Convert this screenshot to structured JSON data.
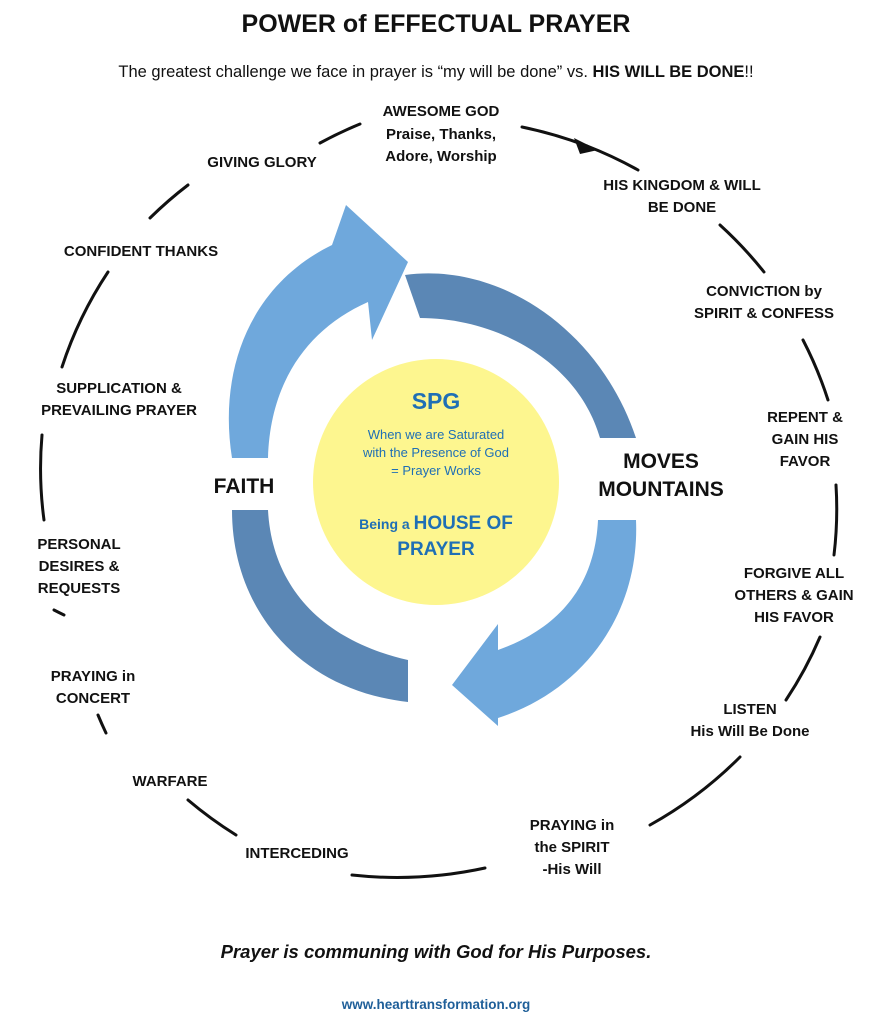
{
  "title": "POWER of EFFECTUAL PRAYER",
  "subtitle": {
    "lead": "The greatest challenge we face in prayer is “my will be done” vs.",
    "emphasis": "HIS WILL BE DONE",
    "tail": "!!"
  },
  "cycle_labels": [
    {
      "lines": [
        "AWESOME GOD"
      ]
    },
    {
      "lines": [
        "Praise, Thanks,",
        "Adore, Worship"
      ]
    },
    {
      "lines": [
        "HIS KINGDOM & WILL",
        "BE DONE"
      ]
    },
    {
      "lines": [
        "CONVICTION by",
        "SPIRIT & CONFESS"
      ]
    },
    {
      "lines": [
        "REPENT &",
        "GAIN HIS",
        "FAVOR"
      ]
    },
    {
      "lines": [
        "FORGIVE ALL",
        "OTHERS & GAIN",
        "HIS FAVOR"
      ]
    },
    {
      "lines": [
        "LISTEN",
        "His Will Be Done"
      ]
    },
    {
      "lines": [
        "PRAYING in",
        "the SPIRIT",
        "-His Will"
      ]
    },
    {
      "lines": [
        "INTERCEDING"
      ]
    },
    {
      "lines": [
        "WARFARE"
      ]
    },
    {
      "lines": [
        "PRAYING in",
        "CONCERT"
      ]
    },
    {
      "lines": [
        "PERSONAL",
        "DESIRES &",
        "REQUESTS"
      ]
    },
    {
      "lines": [
        "SUPPLICATION &",
        "PREVAILING PRAYER"
      ]
    },
    {
      "lines": [
        "CONFIDENT THANKS"
      ]
    },
    {
      "lines": [
        "GIVING GLORY"
      ]
    }
  ],
  "inner": {
    "faith": "FAITH",
    "moves": [
      "MOVES",
      "MOUNTAINS"
    ]
  },
  "center": {
    "title": "SPG",
    "sub_lines": [
      "When we are Saturated",
      "with the Presence of God",
      "= Prayer Works"
    ],
    "house_prefix": "Being a ",
    "house_lines": [
      "HOUSE OF",
      "PRAYER"
    ]
  },
  "footer": "Prayer is communing with God for His Purposes.",
  "website": "www.hearttransformation.org",
  "colors": {
    "arrow_light": "#6fa8dc",
    "arrow_dark": "#5b87b5",
    "center_fill": "#fdf68f",
    "accent_text": "#1f6fb5",
    "website": "#1f5f99"
  }
}
